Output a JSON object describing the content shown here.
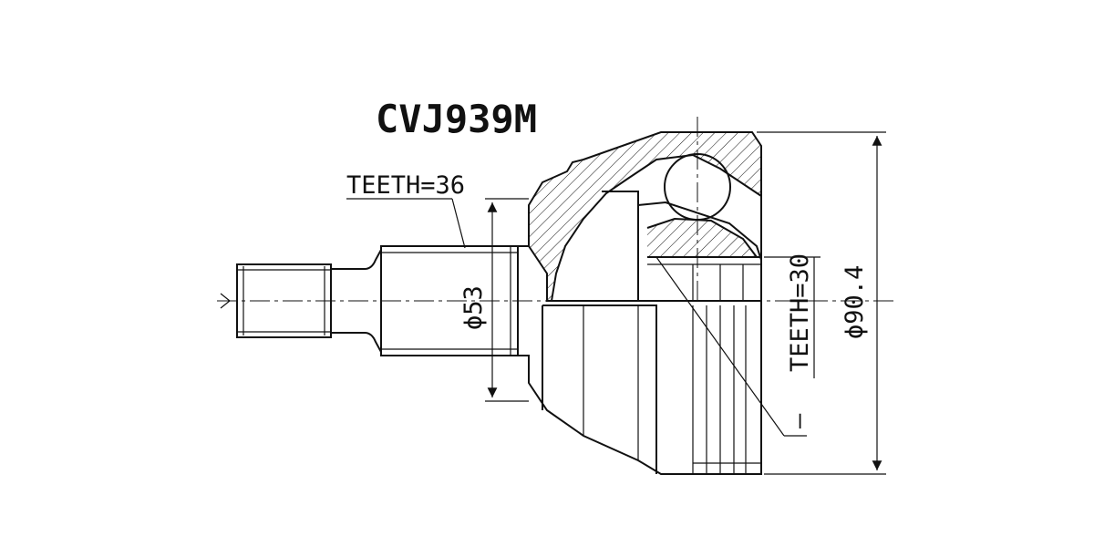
{
  "part_number": "CVJ939M",
  "outer_spline": {
    "label": "TEETH=36",
    "teeth": 36
  },
  "inner_spline": {
    "label": "TEETH=30",
    "teeth": 30
  },
  "seal_diameter": {
    "label": "ϕ53",
    "value_mm": 53
  },
  "outer_diameter": {
    "label": "ϕ90.4",
    "value_mm": 90.4
  },
  "abs_marker": {
    "label": "—"
  },
  "colors": {
    "line": "#111111",
    "background": "#ffffff"
  }
}
